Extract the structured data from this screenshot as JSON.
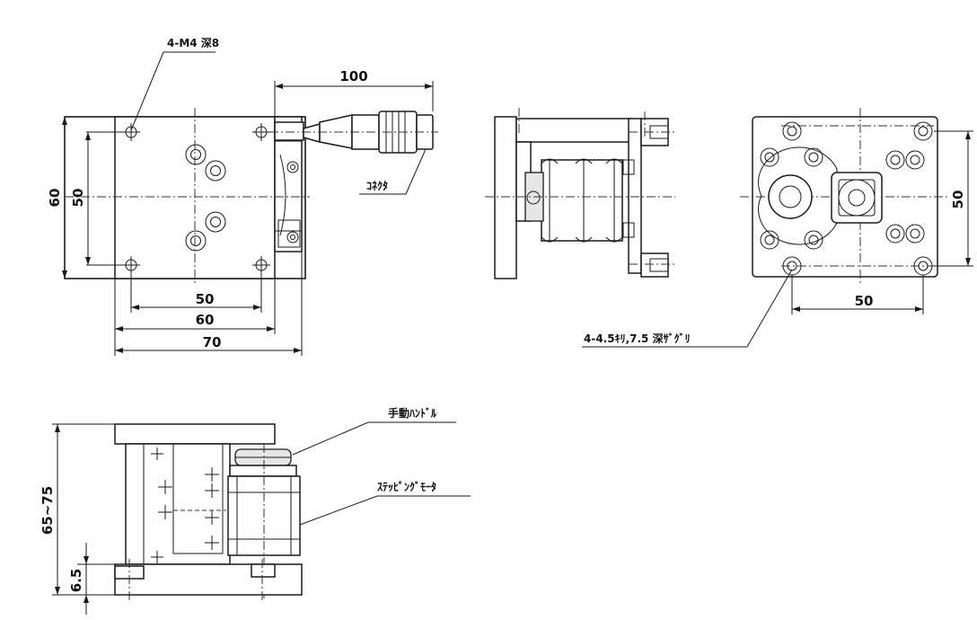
{
  "notes": {
    "tap_holes": "4-M4 深8",
    "connector": "ｺﾈｸﾀ",
    "mount_holes": "4-4.5ｷﾘ,7.5 深ｻﾞｸﾞﾘ",
    "manual_handle": "手動ﾊﾝﾄﾞﾙ",
    "stepping_motor": "ｽﾃｯﾋﾟﾝｸﾞﾓｰﾀ"
  },
  "dimensions": {
    "top_length_connector": "100",
    "top_height_outer": "60",
    "top_height_inner": "50",
    "top_width_holes": "50",
    "top_width_table": "60",
    "top_width_total": "70",
    "right_hole_pitch_v": "50",
    "right_hole_pitch_h": "50",
    "side_height": "65~75",
    "side_base_height": "6.5"
  }
}
